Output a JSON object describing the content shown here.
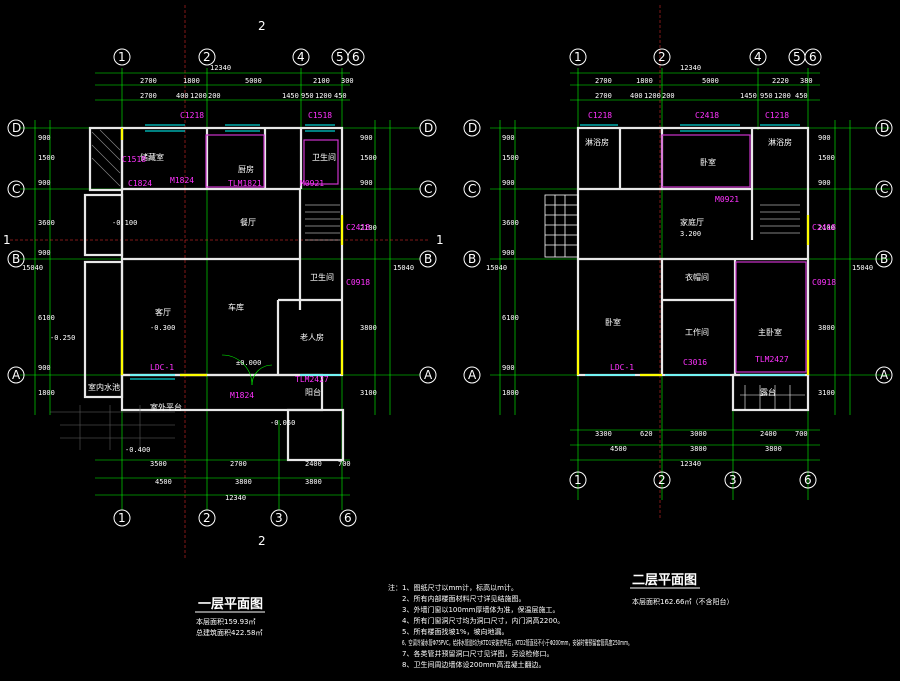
{
  "plans": [
    {
      "title": "一层平面图",
      "area_line": "本层面积159.93㎡",
      "total_area_line": "总建筑面积422.58㎡",
      "top_dims_outer": [
        "2700",
        "1800",
        "5000",
        "2100",
        "300"
      ],
      "top_dims_inner": [
        "2700",
        "400",
        "1200",
        "200",
        "1450",
        "950",
        "1200",
        "450"
      ],
      "total_width": "12340",
      "bottom_dims_inner": [
        "3500",
        "2700",
        "2400",
        "700"
      ],
      "bottom_dims_outer": [
        "4500",
        "3800",
        "3800"
      ],
      "left_dims": [
        "900",
        "1500",
        "900",
        "3600",
        "900",
        "6100",
        "900",
        "1800"
      ],
      "right_dims": [
        "900",
        "1500",
        "900",
        "2100",
        "3800",
        "3100"
      ],
      "total_height": "15040",
      "axes_top": [
        "1",
        "2",
        "4",
        "5",
        "6"
      ],
      "axes_bottom": [
        "1",
        "2",
        "3",
        "6"
      ],
      "axes_side": [
        "D",
        "C",
        "B",
        "A"
      ],
      "rooms": [
        "储藏室",
        "厨房",
        "卫生间",
        "餐厅",
        "客厅",
        "老人房",
        "阳台",
        "室内水池",
        "室外平台",
        "卫生间",
        "车库"
      ],
      "tags": [
        "C1218",
        "C1518",
        "M1824",
        "C1824",
        "TLM1821",
        "C1518",
        "M0921",
        "LDC-1",
        "TLM2427",
        "M1824",
        "C0918",
        "C2418"
      ],
      "levels": [
        "-0.100",
        "-0.300",
        "±0.000",
        "-0.050",
        "-0.400",
        "-0.250"
      ],
      "section_markers": [
        "1",
        "2"
      ]
    },
    {
      "title": "二层平面图",
      "area_line": "本层面积162.66㎡（不含阳台）",
      "top_dims_outer": [
        "2700",
        "1800",
        "5000",
        "2220",
        "380"
      ],
      "top_dims_inner": [
        "2700",
        "400",
        "1200",
        "200",
        "1450",
        "950",
        "1200",
        "450"
      ],
      "total_width": "12340",
      "bottom_dims_inner": [
        "3300",
        "620",
        "3000",
        "2400",
        "700"
      ],
      "bottom_dims_outer": [
        "4500",
        "3800",
        "3800"
      ],
      "left_dims": [
        "900",
        "1500",
        "900",
        "3600",
        "900",
        "6100",
        "900",
        "1800"
      ],
      "right_dims": [
        "900",
        "1500",
        "900",
        "2100",
        "3800",
        "3100"
      ],
      "total_height": "15040",
      "axes_top": [
        "1",
        "2",
        "4",
        "5",
        "6"
      ],
      "axes_bottom": [
        "1",
        "2",
        "3",
        "6"
      ],
      "axes_side": [
        "D",
        "C",
        "B",
        "A"
      ],
      "rooms": [
        "淋浴房",
        "卧室",
        "淋浴房",
        "家庭厅",
        "卧室",
        "工作间",
        "衣帽间",
        "主卧室",
        "露台"
      ],
      "tags": [
        "C1218",
        "C2418",
        "C1218",
        "M0921",
        "C3016",
        "TLM2427",
        "LDC-1",
        "C0918",
        "C2418"
      ],
      "levels": [
        "3.200"
      ]
    }
  ],
  "notes": {
    "label": "注：",
    "items": [
      "1、图纸尺寸以mm计，标高以m计。",
      "2、所有内部楼面材料尺寸详见结施图。",
      "3、外墙门窗以100mm厚墙体为准，保温层施工。",
      "4、所有门窗洞尺寸均为洞口尺寸，内门洞高2200。",
      "5、所有楼面找坡1%，坡向地漏。",
      "6、空调冷凝水管Φ75PVC，给排水管道均为KTD1安装完毕后，KTD2管直径不小于Φ200mm，安装时需预留套管高度250mm。",
      "7、各类管井预留洞口尺寸见详图，另设检修口。",
      "8、卫生间周边墙体设200mm高混凝土翻边。"
    ]
  },
  "colors": {
    "wall": "#e8e8e8",
    "grid": "#00ff00",
    "window": "#00ffff",
    "tag": "#ff33ff",
    "column": "#ffff00",
    "bg": "#000000"
  }
}
